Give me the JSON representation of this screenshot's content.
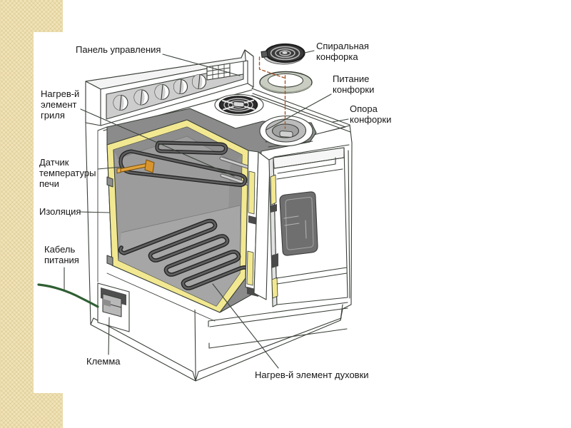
{
  "slide": {
    "background_color": "#ffffff",
    "sidebar_color": "#f1e4b8",
    "description": "Cutaway diagram of an electric range (stove) with Russian labels"
  },
  "labels": [
    {
      "id": "control-panel",
      "text": "Панель управления"
    },
    {
      "id": "spiral-burner",
      "text": "Спиральная\nконфорка"
    },
    {
      "id": "burner-power",
      "text": "Питание\nконфорки"
    },
    {
      "id": "burner-support",
      "text": "Опора\nконфорки"
    },
    {
      "id": "grill-element",
      "text": "Нагрев-й\nэлемент\nгриля"
    },
    {
      "id": "oven-temp-sensor",
      "text": "Датчик\nтемпературы\nпечи"
    },
    {
      "id": "insulation",
      "text": "Изоляция"
    },
    {
      "id": "power-cable",
      "text": "Кабель\nпитания"
    },
    {
      "id": "terminal",
      "text": "Клемма"
    },
    {
      "id": "oven-element",
      "text": "Нагрев-й элемент духовки"
    }
  ],
  "colors": {
    "outline": "#3a4038",
    "insulation_yellow": "#f2e891",
    "cavity_gray": "#9e9e9e",
    "cut_band_gray": "#8b8b8b",
    "element_dark": "#3c3c3c",
    "sensor_orange": "#d8952f",
    "cable_green": "#2f5f33",
    "dashed_connector": "#a8562c",
    "door_window_gray": "#6f6f6f",
    "panel_face_gray": "#cdcdcd"
  }
}
